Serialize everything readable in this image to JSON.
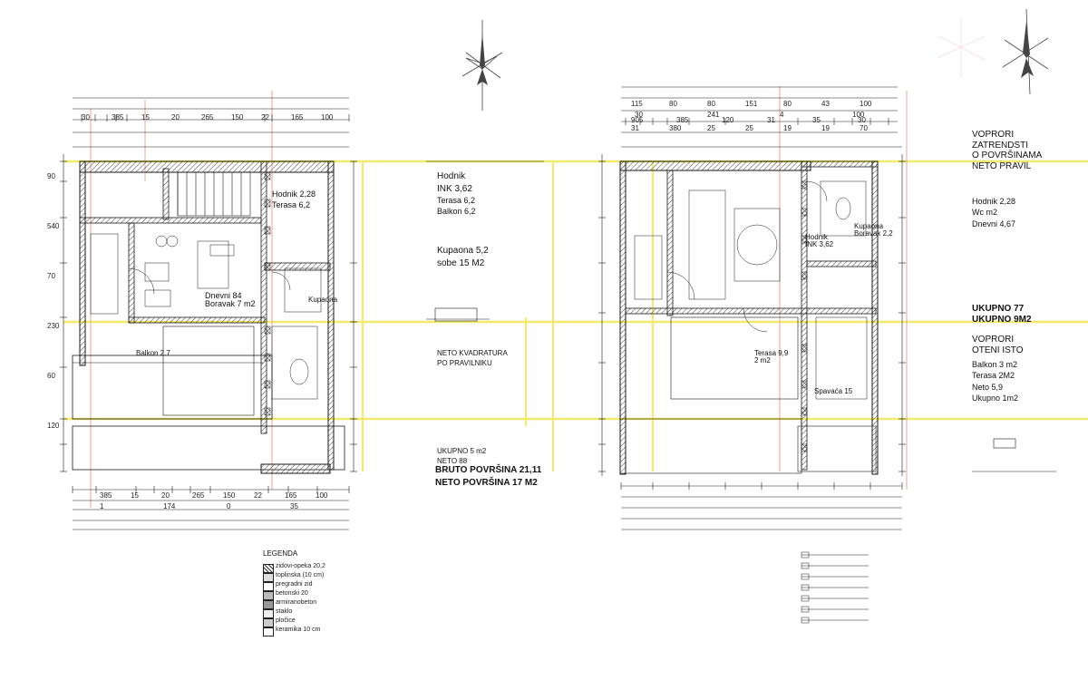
{
  "left_plan": {
    "room_labels": [
      {
        "id": "hodnik",
        "lines": [
          "Hodnik",
          "2,28"
        ]
      },
      {
        "id": "terasa",
        "lines": [
          "Terasa 6,2"
        ]
      },
      {
        "id": "dnevni",
        "lines": [
          "Dnevni 84",
          "Boravak 7 m2"
        ]
      },
      {
        "id": "kupaona",
        "lines": [
          "Kupaona"
        ]
      },
      {
        "id": "balkon",
        "lines": [
          "Balkon 2.7"
        ]
      }
    ],
    "top_dims": [
      "30",
      "385",
      "15",
      "20",
      "265",
      "150",
      "22",
      "165",
      "100"
    ],
    "bottom_dims_row1": [
      "385",
      "15",
      "20",
      "265",
      "150",
      "22",
      "165",
      "100"
    ],
    "bottom_dims_row2": [
      "1",
      "174",
      "0",
      "35"
    ],
    "side_dims": [
      "90",
      "540",
      "70",
      "230",
      "60",
      "120"
    ]
  },
  "middle_text": {
    "block1": [
      "Hodnik",
      "INK 3,62",
      "",
      "Terasa 6,2",
      "Balkon 6,2"
    ],
    "block2": [
      "Kupaona 5,2",
      "sobe 15 M2"
    ],
    "block3": [
      "NETO KVADRATURA",
      "PO PRAVILNIKU"
    ],
    "block4": [
      "UKUPNO 5 m2",
      "NETO 88"
    ],
    "bottom_bold": [
      "BRUTO POVRŠINA 21,11",
      "NETO POVRŠINA 17 M2"
    ]
  },
  "right_plan": {
    "top_dims_row1": [
      "115",
      "80",
      "80",
      "151",
      "80",
      "43",
      "100"
    ],
    "top_dims_row2": [
      "30",
      "241",
      "4",
      "100"
    ],
    "top_dims_row3": [
      "905",
      "385",
      "120",
      "31",
      "35",
      "30"
    ],
    "top_dims_row4": [
      "31",
      "380",
      "25",
      "25",
      "19",
      "19",
      "70"
    ],
    "room_labels": [
      {
        "id": "hodnik2",
        "lines": [
          "Hodnik",
          "INK 3,62"
        ]
      },
      {
        "id": "kupaona2",
        "lines": [
          "Kupaona",
          "Boravak 2,2"
        ]
      },
      {
        "id": "terasa2",
        "lines": [
          "Terasa 9,9",
          "2 m2"
        ]
      },
      {
        "id": "spavaca",
        "lines": [
          "Spavaća 15"
        ]
      }
    ]
  },
  "right_text": {
    "block1": [
      "VOPRORI",
      "ZATRENDSTI",
      "O POVRŠINAMA",
      "NETO PRAVIL"
    ],
    "block2": [
      "Hodnik 2,28",
      "Wc m2",
      "Dnevni 4,67"
    ],
    "block3": [
      "UKUPNO 77",
      "UKUPNO 9M2"
    ],
    "block4": [
      "VOPRORI",
      "OTENI ISTO",
      "Balkon 3 m2",
      "Terasa 2M2",
      "Neto 5,9",
      "Ukupno 1m2"
    ]
  },
  "legend": {
    "title": "LEGENDA",
    "items": [
      "zidovi-opeka 20,2",
      "toplinska (10 cm)",
      "pregradni zid",
      "betonski 20",
      "armiranobeton",
      "staklo",
      "pločice",
      "keramika 10 cm"
    ]
  },
  "colors": {
    "line": "#1a1a1a",
    "grid_yellow": "#f4ea6a",
    "grid_red": "#e8a59a",
    "hatch": "#555555"
  }
}
